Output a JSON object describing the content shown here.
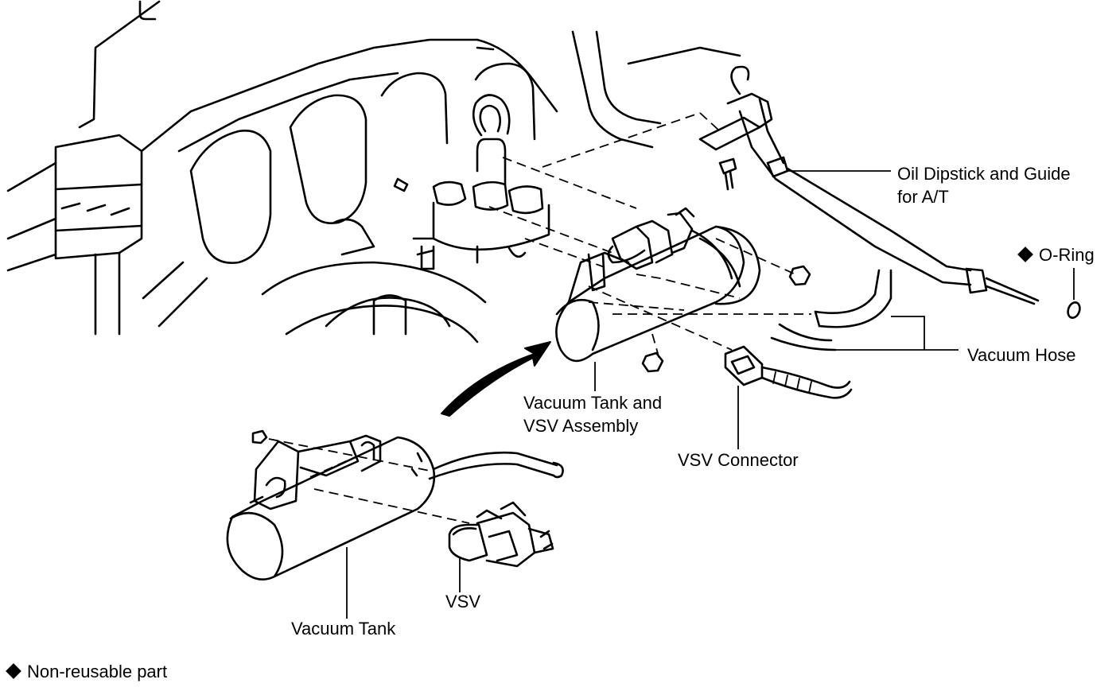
{
  "labels": {
    "oil_dipstick_line1": "Oil Dipstick and Guide",
    "oil_dipstick_line2": "for A/T",
    "o_ring": "O-Ring",
    "vacuum_hose": "Vacuum Hose",
    "tank_assembly_line1": "Vacuum Tank and",
    "tank_assembly_line2": "VSV Assembly",
    "vsv_connector": "VSV Connector",
    "vsv": "VSV",
    "vacuum_tank": "Vacuum Tank"
  },
  "legend": {
    "text": "Non-reusable part",
    "symbol": "diamond-icon"
  },
  "colors": {
    "ink": "#000000",
    "paper": "#ffffff"
  }
}
